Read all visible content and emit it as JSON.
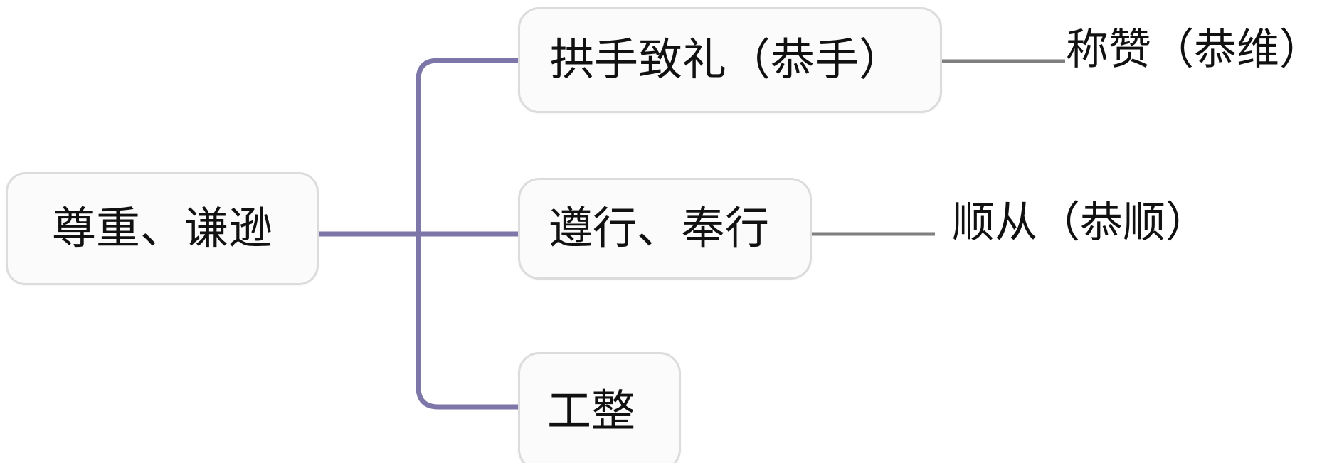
{
  "diagram": {
    "type": "mind-map",
    "title_concept": "尊重、谦逊",
    "orientation": "left-to-right",
    "colors": {
      "branch_line": "#7d76a8",
      "leaf_line": "#7f7f7f",
      "node_border": "#dcdcdc",
      "node_fill": "#fbfbfb",
      "text": "#111111",
      "background": "#ffffff"
    },
    "root": {
      "label": "尊重、谦逊"
    },
    "children": [
      {
        "id": "child-1",
        "label": "拱手致礼（恭手）",
        "leaf": "称赞（恭维）"
      },
      {
        "id": "child-2",
        "label": "遵行、奉行",
        "leaf": "顺从（恭顺）"
      },
      {
        "id": "child-3",
        "label": "工整",
        "leaf": ""
      }
    ]
  }
}
